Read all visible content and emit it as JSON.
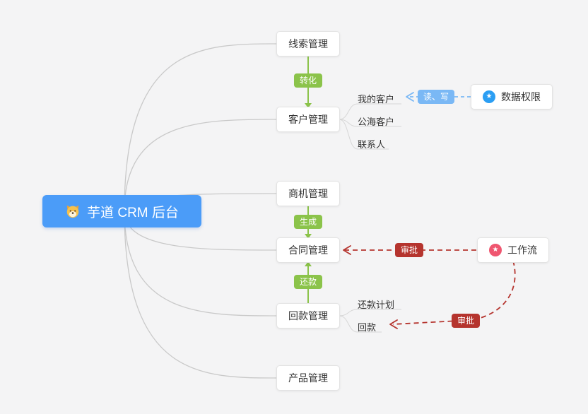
{
  "root": {
    "label": "芋道 CRM 后台",
    "icon": "dog-face-icon"
  },
  "modules": {
    "leads": "线索管理",
    "customers": "客户管理",
    "opportunities": "商机管理",
    "contracts": "合同管理",
    "receivables": "回款管理",
    "products": "产品管理"
  },
  "customer_children": {
    "mine": "我的客户",
    "public_pool": "公海客户",
    "contacts": "联系人"
  },
  "receivable_children": {
    "plan": "还款计划",
    "payment": "回款"
  },
  "edge_labels": {
    "transform": "转化",
    "generate": "生成",
    "repay": "还款",
    "read_write": "读、写",
    "approve_contract": "审批",
    "approve_receivable": "审批"
  },
  "side_nodes": {
    "data_permission": "数据权限",
    "workflow": "工作流"
  },
  "icons": {
    "star": "★"
  },
  "colors": {
    "background": "#f4f4f5",
    "root_bg": "#4b9cf8",
    "green": "#8bc34a",
    "red": "#b5342e",
    "blue_badge": "#7ab8f5",
    "perm_icon_bg": "#2b9ef3",
    "workflow_icon_bg": "#ef5670",
    "connector": "#c9c9c9",
    "branch": "#d6d6d6"
  }
}
